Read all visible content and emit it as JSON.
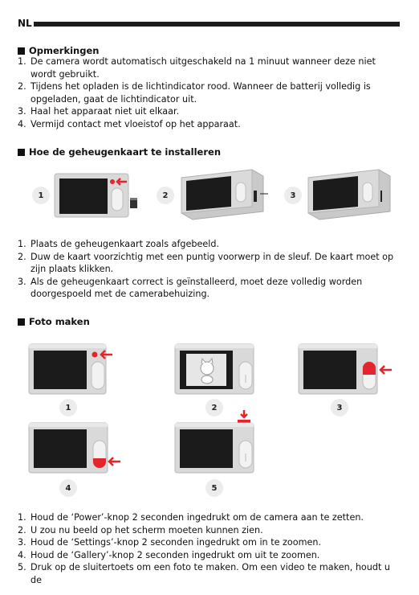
{
  "header": {
    "language": "NL"
  },
  "sections": {
    "remarks": {
      "title": "Opmerkingen",
      "items": [
        {
          "num": "1.",
          "text": "De camera wordt automatisch uitgeschakeld na 1 minuut wanneer deze niet wordt gebruikt."
        },
        {
          "num": "2.",
          "text": "Tijdens het opladen is de lichtindicator rood. Wanneer de batterij volledig is opgeladen, gaat de lichtindicator uit."
        },
        {
          "num": "3.",
          "text": "Haal het apparaat niet uit elkaar."
        },
        {
          "num": "4.",
          "text": "Vermijd contact met vloeistof op het apparaat."
        }
      ]
    },
    "memory_card": {
      "title": "Hoe de geheugenkaart te installeren",
      "step_labels": [
        "1",
        "2",
        "3"
      ],
      "items": [
        {
          "num": "1.",
          "text": "Plaats de geheugenkaart zoals afgebeeld."
        },
        {
          "num": "2.",
          "text": "Duw de kaart voorzichtig met een puntig voorwerp in de sleuf. De kaart moet op zijn plaats klikken."
        },
        {
          "num": "3.",
          "text": "Als de geheugenkaart correct is geïnstalleerd, moet deze volledig worden doorgespoeld met de camerabehuizing."
        }
      ]
    },
    "photo": {
      "title": "Foto maken",
      "step_labels": [
        "1",
        "2",
        "3",
        "4",
        "5"
      ],
      "items": [
        {
          "num": "1.",
          "text": "Houd de ‘Power’-knop 2 seconden ingedrukt om de camera aan te zetten."
        },
        {
          "num": "2.",
          "text": "U zou nu beeld op het scherm moeten kunnen zien."
        },
        {
          "num": "3.",
          "text": "Houd de ‘Settings’-knop 2 seconden ingedrukt om in te zoomen."
        },
        {
          "num": "4.",
          "text": "Houd de ‘Gallery’-knop 2 seconden ingedrukt om uit te zoomen."
        },
        {
          "num": "5.",
          "text": "Druk op de sluitertoets om een foto te maken. Om een video te maken, houdt u de"
        }
      ]
    }
  },
  "colors": {
    "accent_red": "#e3262b",
    "body_gray": "#d9d9d9",
    "screen_dark": "#1b1b1b"
  }
}
